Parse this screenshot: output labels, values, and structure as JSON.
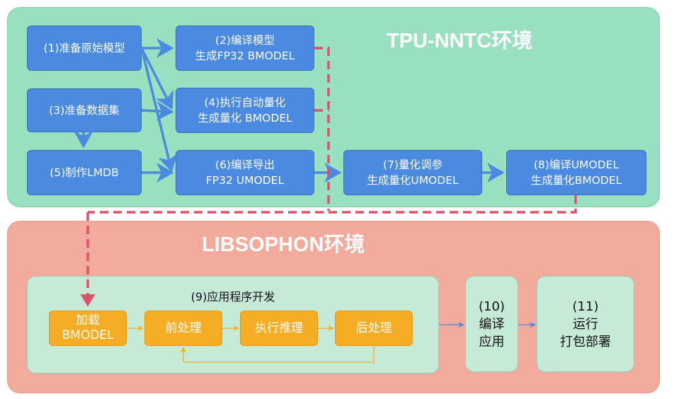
{
  "regions": {
    "tpu_title": "TPU-NNTC环境",
    "libsophon_title": "LIBSOPHON环境"
  },
  "tpu_nodes": {
    "n1": [
      "(1)准备原始模型"
    ],
    "n2": [
      "(2)编译模型",
      "生成FP32 BMODEL"
    ],
    "n3": [
      "(3)准备数据集"
    ],
    "n4": [
      "(4)执行自动量化",
      "生成量化 BMODEL"
    ],
    "n5": [
      "(5)制作LMDB"
    ],
    "n6": [
      "(6)编译导出",
      "FP32 UMODEL"
    ],
    "n7": [
      "(7)量化调参",
      "生成量化UMODEL"
    ],
    "n8": [
      "(8)编译UMODEL",
      "生成量化BMODEL"
    ]
  },
  "app": {
    "title": "(9)应用程序开发",
    "steps": {
      "load": [
        "加载",
        "BMODEL"
      ],
      "preprocess": [
        "前处理"
      ],
      "infer": [
        "执行推理"
      ],
      "postprocess": [
        "后处理"
      ]
    }
  },
  "right_nodes": {
    "n10": [
      "(10)",
      "编译",
      "应用"
    ],
    "n11": [
      "(11)",
      "运行",
      "打包部署"
    ]
  },
  "colors": {
    "tpu_bg": "#98e0bf",
    "libsophon_bg": "#f2aa9c",
    "node_blue": "#4a8ae0",
    "step_orange": "#f6ad26",
    "app_green": "#c5ead6",
    "arrow_blue": "#4a8ae0",
    "dash_red": "#e0506a",
    "arrow_orange": "#f6ad26"
  }
}
